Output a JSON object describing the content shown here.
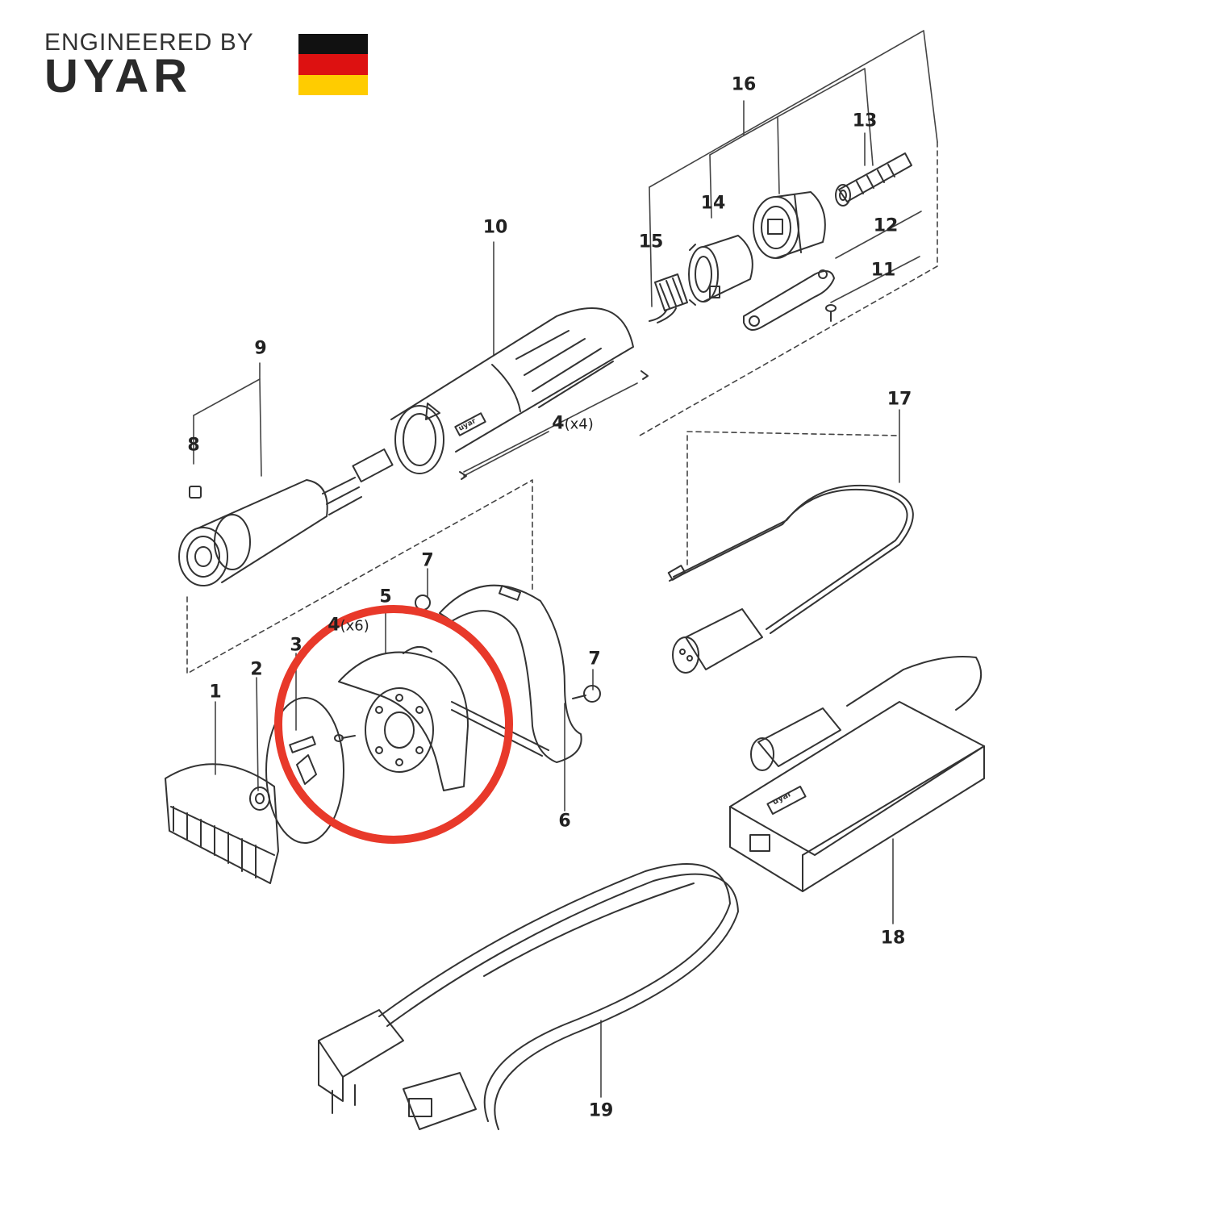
{
  "brand": {
    "tagline": "ENGINEERED BY",
    "name": "UYAR",
    "flag_colors": [
      "#111111",
      "#dd1111",
      "#ffcc00"
    ]
  },
  "highlight_color": "#e8392a",
  "callouts": {
    "c1": "1",
    "c2": "2",
    "c3": "3",
    "c4a": "4",
    "c4a_qty": "(x4)",
    "c4b": "4",
    "c4b_qty": "(x6)",
    "c5": "5",
    "c6": "6",
    "c7a": "7",
    "c7b": "7",
    "c8": "8",
    "c9": "9",
    "c10": "10",
    "c11": "11",
    "c12": "12",
    "c13": "13",
    "c14": "14",
    "c15": "15",
    "c16": "16",
    "c17": "17",
    "c18": "18",
    "c19": "19"
  },
  "labels": {
    "grip_label": "uyar",
    "psu_label": "uyar"
  }
}
